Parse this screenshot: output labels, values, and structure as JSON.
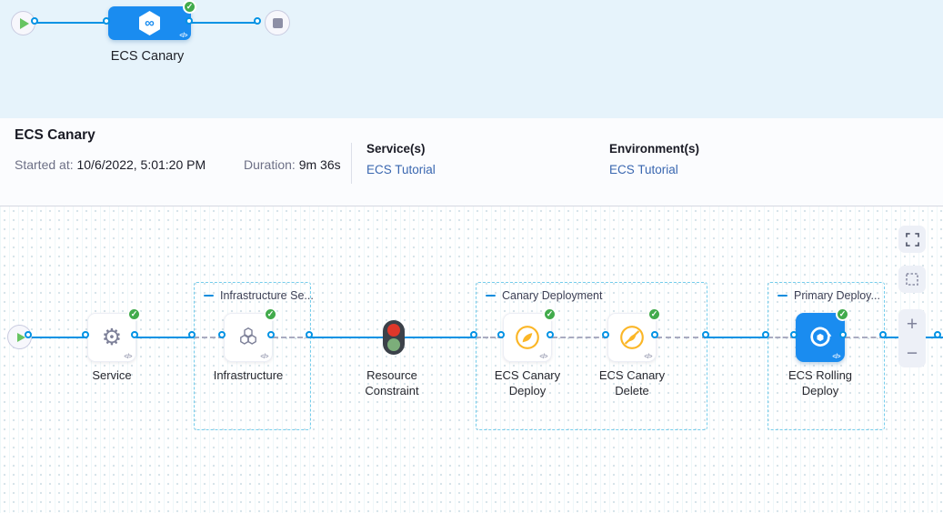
{
  "stage": {
    "label": "ECS Canary"
  },
  "details": {
    "title": "ECS Canary",
    "started_label": "Started at:",
    "started_value": " 10/6/2022, 5:01:20 PM",
    "duration_label": "Duration:",
    "duration_value": " 9m 36s",
    "services_label": "Service(s)",
    "services_value": "ECS Tutorial",
    "environments_label": "Environment(s)",
    "environments_value": "ECS Tutorial"
  },
  "graph": {
    "groups": {
      "infrastructure": "Infrastructure Se...",
      "canary": "Canary Deployment",
      "primary": "Primary Deploy..."
    },
    "nodes": {
      "service": "Service",
      "infrastructure": "Infrastructure",
      "resource_constraint": "Resource Constraint",
      "ecs_canary_deploy": "ECS Canary Deploy",
      "ecs_canary_delete": "ECS Canary Delete",
      "ecs_rolling_deploy": "ECS Rolling Deploy"
    }
  },
  "icons": {
    "check": "✓",
    "infinity": "∞",
    "code": "</>",
    "gear": "⚙",
    "zoom_in": "+",
    "zoom_out": "−"
  },
  "colors": {
    "accent_blue": "#1a8cf0",
    "line_blue": "#0092e4",
    "group_dash_blue": "#74cdec",
    "success_green": "#42ab4c",
    "canary_yellow": "#fbb626",
    "link_blue": "#3a67b0",
    "banner_bg": "#e6f3fb",
    "traffic_red": "#e0372a",
    "traffic_green": "#7cae7a"
  }
}
